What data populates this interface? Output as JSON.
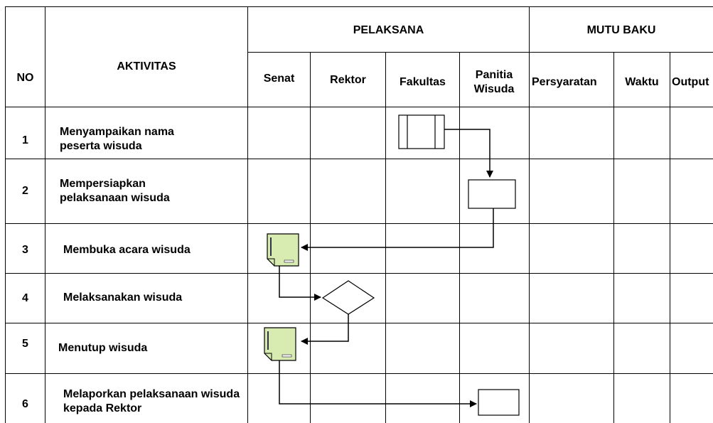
{
  "header": {
    "no": "NO",
    "aktivitas": "AKTIVITAS",
    "pelaksana": "PELAKSANA",
    "mutu_baku": "MUTU BAKU",
    "columns": {
      "senat": "Senat",
      "rektor": "Rektor",
      "fakultas": "Fakultas",
      "panitia": "Panitia Wisuda",
      "persyaratan": "Persyaratan",
      "waktu": "Waktu",
      "output": "Output"
    }
  },
  "rows": [
    {
      "no": "1",
      "activity": "Menyampaikan nama peserta wisuda"
    },
    {
      "no": "2",
      "activity": "Mempersiapkan pelaksanaan wisuda"
    },
    {
      "no": "3",
      "activity": "Membuka acara wisuda"
    },
    {
      "no": "4",
      "activity": "Melaksanakan wisuda"
    },
    {
      "no": "5",
      "activity": "Menutup wisuda"
    },
    {
      "no": "6",
      "activity": "Melaporkan pelaksanaan wisuda kepada Rektor"
    }
  ],
  "colors": {
    "document_fill": "#d8ecb2",
    "line": "#000000"
  }
}
